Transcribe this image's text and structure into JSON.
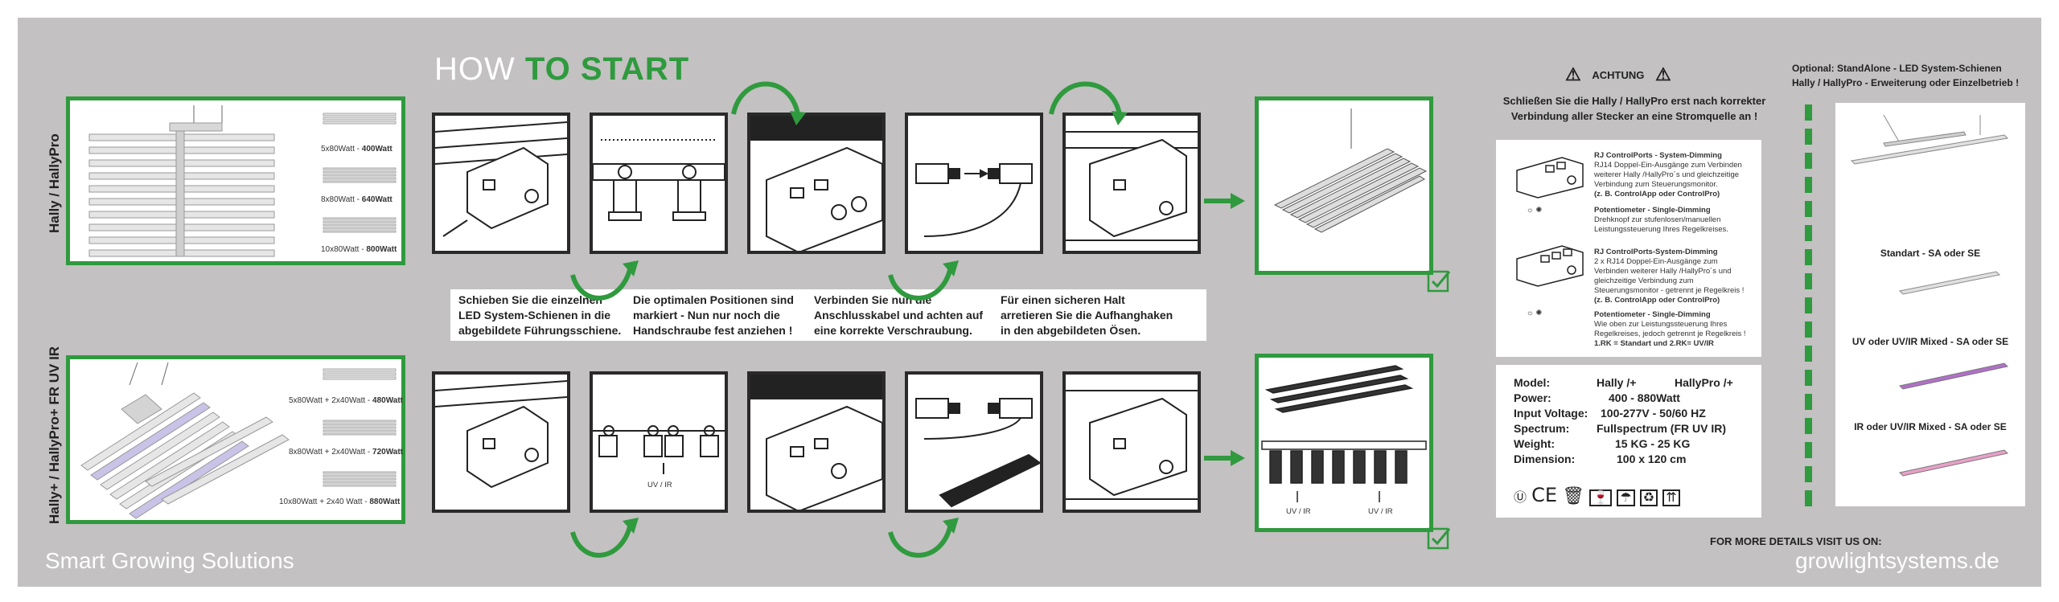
{
  "title": {
    "part1": "HOW ",
    "part2": "TO START"
  },
  "colors": {
    "green": "#2f9a3e",
    "background": "#c3c1c1"
  },
  "products": [
    {
      "side_label": "Hally / HallyPro",
      "variants": [
        {
          "spec": "5x80Watt - ",
          "watts": "400Watt"
        },
        {
          "spec": "8x80Watt - ",
          "watts": "640Watt"
        },
        {
          "spec": "10x80Watt - ",
          "watts": "800Watt"
        }
      ]
    },
    {
      "side_label": "Hally+ / HallyPro+ FR UV IR",
      "variants": [
        {
          "spec": "5x80Watt + 2x40Watt - ",
          "watts": "480Watt"
        },
        {
          "spec": "8x80Watt + 2x40Watt - ",
          "watts": "720Watt"
        },
        {
          "spec": "10x80Watt + 2x40 Watt - ",
          "watts": "880Watt"
        }
      ]
    }
  ],
  "instructions": [
    {
      "lines": [
        "Schieben Sie die einzelnen",
        "LED System-Schienen in die",
        "abgebildete Führungsschiene."
      ]
    },
    {
      "lines": [
        "Die optimalen Positionen sind",
        "markiert - Nun nur noch die",
        "Handschraube fest anziehen !"
      ]
    },
    {
      "lines": [
        "Verbinden Sie nun die",
        "Anschlusskabel und achten auf",
        "eine korrekte Verschraubung."
      ]
    },
    {
      "lines": [
        "Für einen sicheren Halt",
        "arretieren Sie die Aufhanghaken",
        "in den abgebildeten Ösen."
      ]
    }
  ],
  "uv_labels": {
    "step2": "UV / IR",
    "result_left": "UV / IR",
    "result_right": "UV / IR"
  },
  "warning": {
    "heading": "ACHTUNG",
    "lines": [
      "Schließen Sie die Hally / HallyPro erst nach korrekter",
      "Verbindung aller Stecker an eine Stromquelle an !"
    ]
  },
  "controls": [
    {
      "title": "RJ ControlPorts - System-Dimming",
      "lines": [
        "RJ14 Doppel-Ein-Ausgänge zum Verbinden",
        "weiterer Hally /HallyPro´s und gleichzeitige",
        "Verbindung zum Steuerungsmonitor."
      ],
      "bold": "(z. B. ControlApp oder ControlPro)"
    },
    {
      "title": "Potentiometer - Single-Dimming",
      "lines": [
        "Drehknopf zur stufenlosen/manuellen",
        "Leistungssteuerung Ihres Regelkreises."
      ],
      "bold": ""
    },
    {
      "title": "RJ ControlPorts-System-Dimming",
      "lines": [
        "2 x RJ14 Doppel-Ein-Ausgänge zum",
        "Verbinden weiterer Hally /HallyPro´s und",
        "gleichzeitige Verbindung zum",
        "Steuerungsmonitor - getrennt je Regelkreis !"
      ],
      "bold": "(z. B. ControlApp oder ControlPro)"
    },
    {
      "title": "Potentiometer - Single-Dimming",
      "lines": [
        "Wie oben zur Leistungssteuerung Ihres",
        "Regelkreises, jedoch getrennt je Regelkreis !"
      ],
      "bold": "1.RK = Standart und 2.RK= UV/IR"
    }
  ],
  "specs": [
    {
      "label": "Model:",
      "value": "Hally /+",
      "value2": "HallyPro /+"
    },
    {
      "label": "Power:",
      "value": "400 - 880Watt",
      "value2": ""
    },
    {
      "label": "Input Voltage:",
      "value": "100-277V - 50/60 HZ",
      "value2": ""
    },
    {
      "label": "Spectrum:",
      "value": "Fullspectrum (FR UV IR)",
      "value2": ""
    },
    {
      "label": "Weight:",
      "value": "15 KG - 25 KG",
      "value2": ""
    },
    {
      "label": "Dimension:",
      "value": "100 x 120 cm",
      "value2": ""
    }
  ],
  "cert_icons": [
    "ul-listed-icon",
    "ce-mark-icon",
    "weee-bin-icon",
    "fragile-glass-icon",
    "keep-dry-umbrella-icon",
    "recycle-icon",
    "this-way-up-icon"
  ],
  "optional": {
    "heading_lines": [
      "Optional: StandAlone - LED System-Schienen",
      "Hally / HallyPro - Erweiterung oder Einzelbetrieb !"
    ],
    "items": [
      {
        "label": "Standart - SA oder SE"
      },
      {
        "label": "UV oder UV/IR Mixed - SA oder SE"
      },
      {
        "label": "IR oder UV/IR Mixed - SA oder SE"
      }
    ]
  },
  "footer": {
    "left": "Smart Growing Solutions",
    "details": "FOR MORE DETAILS VISIT US ON:",
    "website": "growlightsystems.de"
  }
}
